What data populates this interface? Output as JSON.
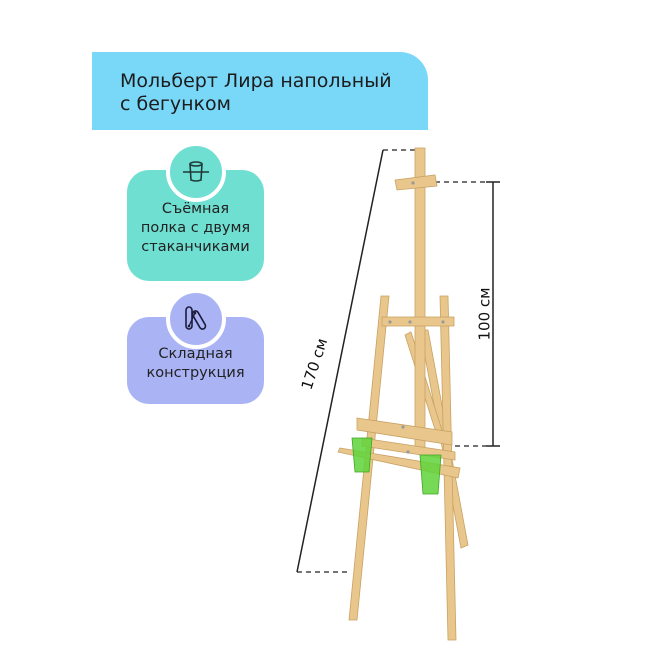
{
  "title": {
    "line1": "Мольберт Лира напольный",
    "line2": "с бегунком",
    "background": "#79d7f8"
  },
  "features": [
    {
      "icon": "cup-shelf-icon",
      "lines": [
        "Съёмная",
        "полка с двумя",
        "стаканчиками"
      ],
      "background": "#6fdfd2"
    },
    {
      "icon": "folding-icon",
      "lines": [
        "Складная",
        "конструкция"
      ],
      "background": "#aab4f5"
    }
  ],
  "dimensions": {
    "total_height": "170 см",
    "canvas_height": "100 см"
  },
  "product": {
    "wood_color": "#e8c68c",
    "cup_color": "#5fd43a"
  }
}
